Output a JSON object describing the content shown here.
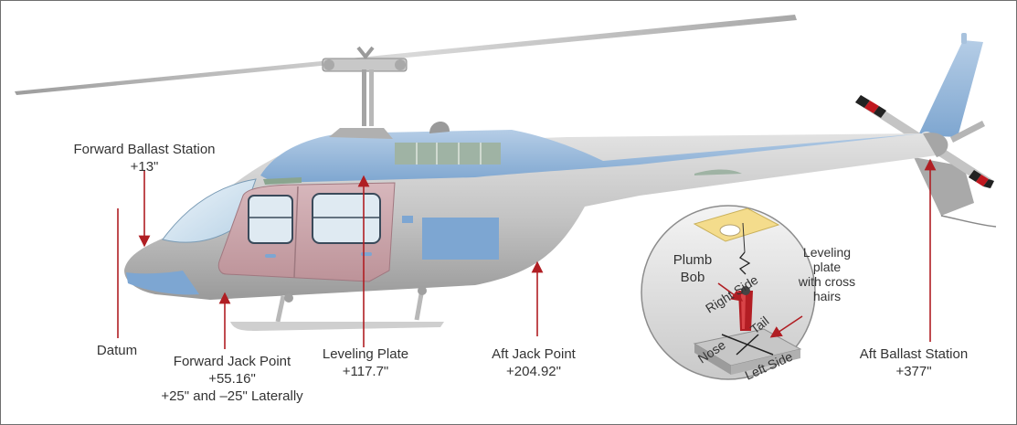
{
  "labels": {
    "forward_ballast": {
      "name": "Forward Ballast Station",
      "value": "+13\""
    },
    "datum": "Datum",
    "forward_jack": {
      "name": "Forward Jack Point",
      "value": "+55.16\"",
      "lateral": "+25\" and –25\" Laterally"
    },
    "leveling_plate": {
      "name": "Leveling Plate",
      "value": "+117.7\""
    },
    "aft_jack": {
      "name": "Aft Jack Point",
      "value": "+204.92\""
    },
    "aft_ballast": {
      "name": "Aft Ballast Station",
      "value": "+377\""
    }
  },
  "inset": {
    "plumb_bob_line1": "Plumb",
    "plumb_bob_line2": "Bob",
    "leveling_plate_line1": "Leveling",
    "leveling_plate_line2": "plate",
    "leveling_plate_line3": "with cross",
    "leveling_plate_line4": "hairs",
    "right_side": "Right Side",
    "left_side": "Left Side",
    "nose": "Nose",
    "tail": "Tail"
  },
  "colors": {
    "arrow": "#b01e23",
    "cabin_blue": "#8fb4d9",
    "fuselage_gray": "#b9b9b9",
    "door_pink": "#c9a3a9"
  }
}
